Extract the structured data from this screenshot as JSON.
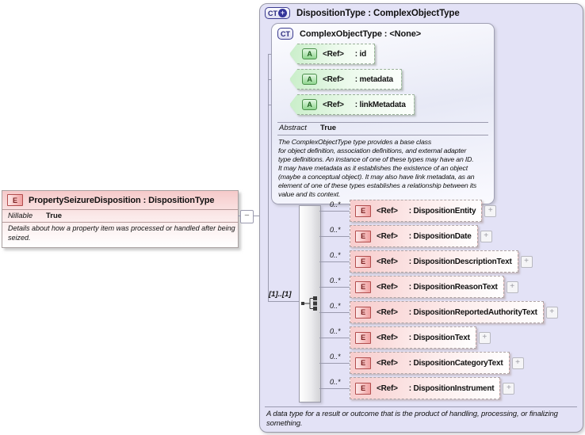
{
  "icons": {
    "complex_type": "CT",
    "derived_badge": "+",
    "element": "E",
    "attribute": "A",
    "expand": "+",
    "collapse": "−"
  },
  "colors": {
    "type_box_bg": "#e3e2f6",
    "element_pink": "#f6cccc",
    "attribute_green": "#c9eec9",
    "icon_navy": "#3b3b8f",
    "element_icon_red": "#b24d4d",
    "attribute_icon_green": "#4a8f4a",
    "connector_gray": "#9a9aae"
  },
  "referencing_element": {
    "title": "PropertySeizureDisposition : DispositionType",
    "property_label": "Nillable",
    "property_value": "True",
    "description": "Details about how a property item was processed or handled after being\nseized."
  },
  "type_box": {
    "title": "DispositionType : ComplexObjectType",
    "base_type": {
      "title": "ComplexObjectType : <None>",
      "attributes": [
        {
          "ref": "<Ref>",
          "name": ": id"
        },
        {
          "ref": "<Ref>",
          "name": ": metadata"
        },
        {
          "ref": "<Ref>",
          "name": ": linkMetadata"
        }
      ],
      "property_label": "Abstract",
      "property_value": "True",
      "description": "The ComplexObjectType type provides a base class\nfor object definition, association definitions, and external adapter\ntype definitions. An instance of one of these types may have an ID.\nIt may have metadata as it establishes the existence of an object\n(maybe a conceptual object). It may also have link metadata, as an\nelement of one of these types establishes a relationship between its\nvalue and its context."
    },
    "group_cardinality": "[1]..[1]",
    "elements": [
      {
        "cardinality": "0..*",
        "ref": "<Ref>",
        "name": ": DispositionEntity"
      },
      {
        "cardinality": "0..*",
        "ref": "<Ref>",
        "name": ": DispositionDate"
      },
      {
        "cardinality": "0..*",
        "ref": "<Ref>",
        "name": ": DispositionDescriptionText"
      },
      {
        "cardinality": "0..*",
        "ref": "<Ref>",
        "name": ": DispositionReasonText"
      },
      {
        "cardinality": "0..*",
        "ref": "<Ref>",
        "name": ": DispositionReportedAuthorityText"
      },
      {
        "cardinality": "0..*",
        "ref": "<Ref>",
        "name": ": DispositionText"
      },
      {
        "cardinality": "0..*",
        "ref": "<Ref>",
        "name": ": DispositionCategoryText"
      },
      {
        "cardinality": "0..*",
        "ref": "<Ref>",
        "name": ": DispositionInstrument"
      }
    ],
    "footer": "A data type for a result or outcome that is the product of handling, processing, or finalizing\nsomething."
  }
}
